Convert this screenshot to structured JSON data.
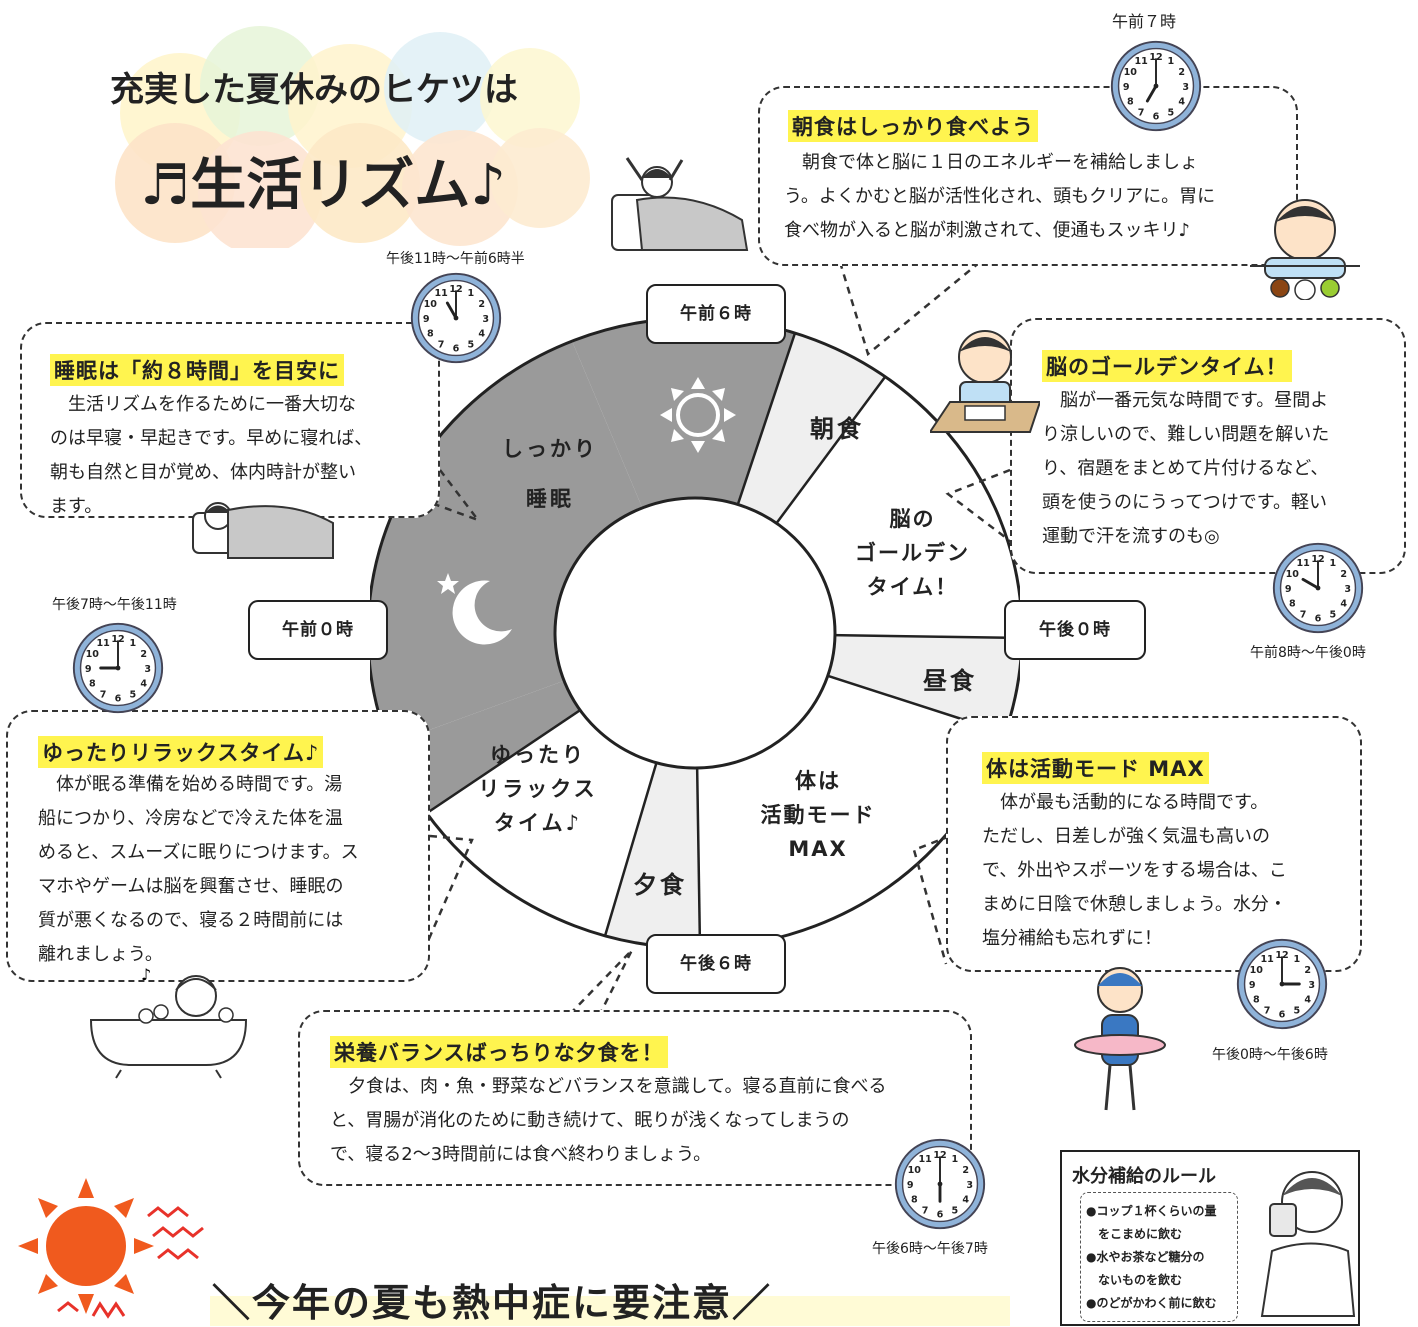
{
  "header": {
    "subtitle": "充実した夏休みのヒケツは",
    "title": "♬生活リズム♪"
  },
  "wheel": {
    "times": {
      "am6": "午前６時",
      "am0": "午前０時",
      "pm0": "午後０時",
      "pm6": "午後６時"
    },
    "segments": {
      "sleep_line1": "しっかり",
      "sleep_line2": "睡眠",
      "breakfast": "朝食",
      "golden_line1": "脳の",
      "golden_line2": "ゴールデン",
      "golden_line3": "タイム！",
      "lunch": "昼食",
      "active_line1": "体は",
      "active_line2": "活動モード",
      "active_line3": "MAX",
      "dinner": "夕食",
      "relax_line1": "ゆったり",
      "relax_line2": "リラックス",
      "relax_line3": "タイム♪"
    },
    "colors": {
      "dark": "#9a9a9a",
      "light": "#efefef",
      "white": "#ffffff"
    }
  },
  "clock_labels": {
    "breakfast": "午前７時",
    "sleep": "午後11時～午前6時半",
    "golden": "午前8時～午後0時",
    "relax": "午後7時～午後11時",
    "active": "午後0時～午後6時",
    "dinner": "午後6時～午後7時"
  },
  "bubbles": {
    "breakfast": {
      "title": "朝食はしっかり食べよう",
      "lines": [
        "　朝食で体と脳に１日のエネルギーを補給しましょ",
        "う。よくかむと脳が活性化され、頭もクリアに。胃に",
        "食べ物が入ると脳が刺激されて、便通もスッキリ♪"
      ]
    },
    "sleep": {
      "title": "睡眠は「約８時間」を目安に",
      "lines": [
        "　生活リズムを作るために一番大切な",
        "のは早寝・早起きです。早めに寝れば、",
        "朝も自然と目が覚め、体内時計が整い",
        "ます。"
      ]
    },
    "golden": {
      "title": "脳のゴールデンタイム！",
      "lines": [
        "　脳が一番元気な時間です。昼間よ",
        "り涼しいので、難しい問題を解いた",
        "り、宿題をまとめて片付けるなど、",
        "頭を使うのにうってつけです。軽い",
        "運動で汗を流すのも◎"
      ]
    },
    "relax": {
      "title": "ゆったりリラックスタイム♪",
      "lines": [
        "　体が眠る準備を始める時間です。湯",
        "船につかり、冷房などで冷えた体を温",
        "めると、スムーズに眠りにつけます。ス",
        "マホやゲームは脳を興奮させ、睡眠の",
        "質が悪くなるので、寝る２時間前には",
        "離れましょう。"
      ]
    },
    "active": {
      "title": "体は活動モード MAX",
      "lines": [
        "　体が最も活動的になる時間です。",
        "ただし、日差しが強く気温も高いの",
        "で、外出やスポーツをする場合は、こ",
        "まめに日陰で休憩しましょう。水分・",
        "塩分補給も忘れずに！"
      ]
    },
    "dinner": {
      "title": "栄養バランスばっちりな夕食を！",
      "lines": [
        "　夕食は、肉・魚・野菜などバランスを意識して。寝る直前に食べる",
        "と、胃腸が消化のために動き続けて、眠りが浅くなってしまうの",
        "で、寝る2～3時間前には食べ終わりましょう。"
      ]
    }
  },
  "water_rules": {
    "title": "水分補給のルール",
    "items": [
      "●コップ１杯くらいの量",
      "　をこまめに飲む",
      "●水やお茶など糖分の",
      "　ないものを飲む",
      "●のどがかわく前に飲む"
    ]
  },
  "footer": {
    "heading": "＼今年の夏も熱中症に要注意／"
  }
}
